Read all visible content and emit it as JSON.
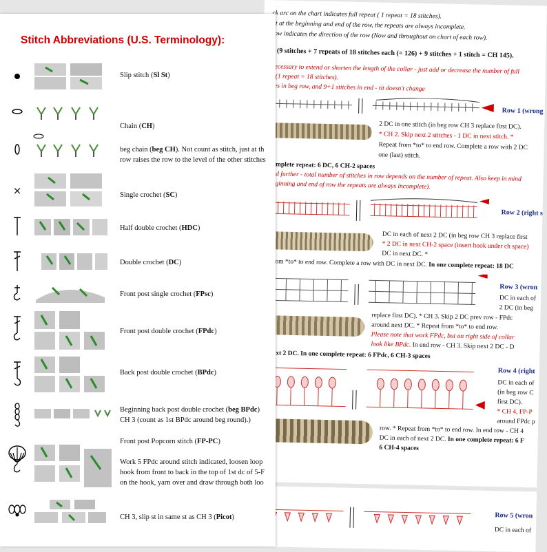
{
  "left": {
    "title": "Stitch Abbreviations (U.S. Terminology):",
    "rows": [
      {
        "name": "Slip stitch",
        "abbr": "Sl St",
        "extra": ""
      },
      {
        "name": "Chain",
        "abbr": "CH",
        "extra": ""
      },
      {
        "name": "beg chain",
        "abbr": "beg CH",
        "extra": ". Not count as stitch, just at th",
        "line2": "row raises the row to the level of the other stitches"
      },
      {
        "name": "Single crochet",
        "abbr": "SC",
        "extra": ""
      },
      {
        "name": "Half double crochet",
        "abbr": "HDC",
        "extra": ""
      },
      {
        "name": "Double crochet",
        "abbr": "DC",
        "extra": ""
      },
      {
        "name": "Front post single crochet",
        "abbr": "FPsc",
        "extra": ""
      },
      {
        "name": "Front post double crochet",
        "abbr": "FPdc",
        "extra": ""
      },
      {
        "name": "Back post double crochet",
        "abbr": "BPdc",
        "extra": ""
      },
      {
        "name": "Beginning back post double crochet",
        "abbr": "beg BPdc",
        "extra": "",
        "line2": "CH 3 (count as 1st BPdc around beg round).)"
      },
      {
        "name": "Front post Popcorn stitch",
        "abbr": "FP-PC",
        "extra": "",
        "line2": "Work 5 FPdc around stitch indicated, loosen loop",
        "line3": "hook from front to back in the top of 1st dc of 5-F",
        "line4": "on the hook, yarn over and draw through both loo"
      },
      {
        "name": "CH 3, slip st in same st as CH 3",
        "abbr": "Picot",
        "extra": ""
      }
    ]
  },
  "right": {
    "intro1": "ck arc on the chart indicates full repeat ( 1 repeat = 18 stitches).",
    "intro2": "at at the beginning and end of the row, the repeats are always incomplete.",
    "intro3": "row indicates the direction of the row (Now and throughout on chart of each row).",
    "formula": "5 (9 stitches + 7 repeats of 18 stitches each (= 126) + 9 stitches + 1 stitch = CH 145).",
    "note1": "necessary to extend or shorten the length of the collar - just add or decrease the number of full",
    "note2": "s (1 repeat = 18 stitches).",
    "note3": "hes in beg row, and 9+1 stitches in end - tit doesn't change",
    "row1_label": "Row 1 (wrong",
    "row1_t1": "2 DC in one stitch (in beg row CH 3 replace first DC).",
    "row1_t2a": "* CH 2. Skip next 2 stitches - 1 DC in next stitch.",
    "row1_t2b": " *",
    "row1_t3": "Repeat from *to* to end row. Complete a row with 2 DC",
    "row1_t4": "one (last) stitch.",
    "row1_rep": " complete repeat: 6 DC, 6 CH-2 spaces",
    "row1_n1": "und further - total number of stitches in row depends on the number of repeat. Also keep in mind",
    "row1_n2": "beginning and end of row the repeats are always incomplete).",
    "row2_label": "Row 2 (right s",
    "row2_t1": "DC in each of next 2 DC (in beg row CH 3 replace first",
    "row2_t2": "* 2 DC in next CH-2 space (insert hook under ch space)",
    "row2_t3": "DC in next DC. *",
    "row2_t4": "t from *to* to end row. Complete a row with DC in next DC.",
    "row2_rep": " In one complete repeat: 18 DC",
    "row3_label": "Row 3 (wron",
    "row3_t1": "DC in each of",
    "row3_t2": "2 DC (in beg",
    "row3_t3": "replace first DC). * CH 3. Skip 2 DC prev row - FPdc",
    "row3_t4": "around next DC. * Repeat from *to* to end row.",
    "row3_n1": "Please note that work FPdc, but on right side of collar",
    "row3_n2": "look like BPdc.",
    "row3_t5": " In end row - CH 3. Skip next 2 DC - D",
    "row3_rep": "f next 2 DC. In one complete repeat: 6 FPdc, 6 CH-3 spaces",
    "row4_label": "Row 4 (right",
    "row4_t1": "DC in each of",
    "row4_t2": "(in beg row C",
    "row4_t3": "first DC).",
    "row4_t4": "* CH 4, FP-P",
    "row4_t5": "around FPdc p",
    "row4_t6": "row. * Repeat from *to* to end row. In end row - CH 4",
    "row4_t7": "DC in each of next 2 DC.",
    "row4_rep": " In one complete repeat: 6 F",
    "row4_t8": "6 CH-4 spaces",
    "row5_label": "Row 5 (wron",
    "row5_t1": "DC in each of"
  }
}
